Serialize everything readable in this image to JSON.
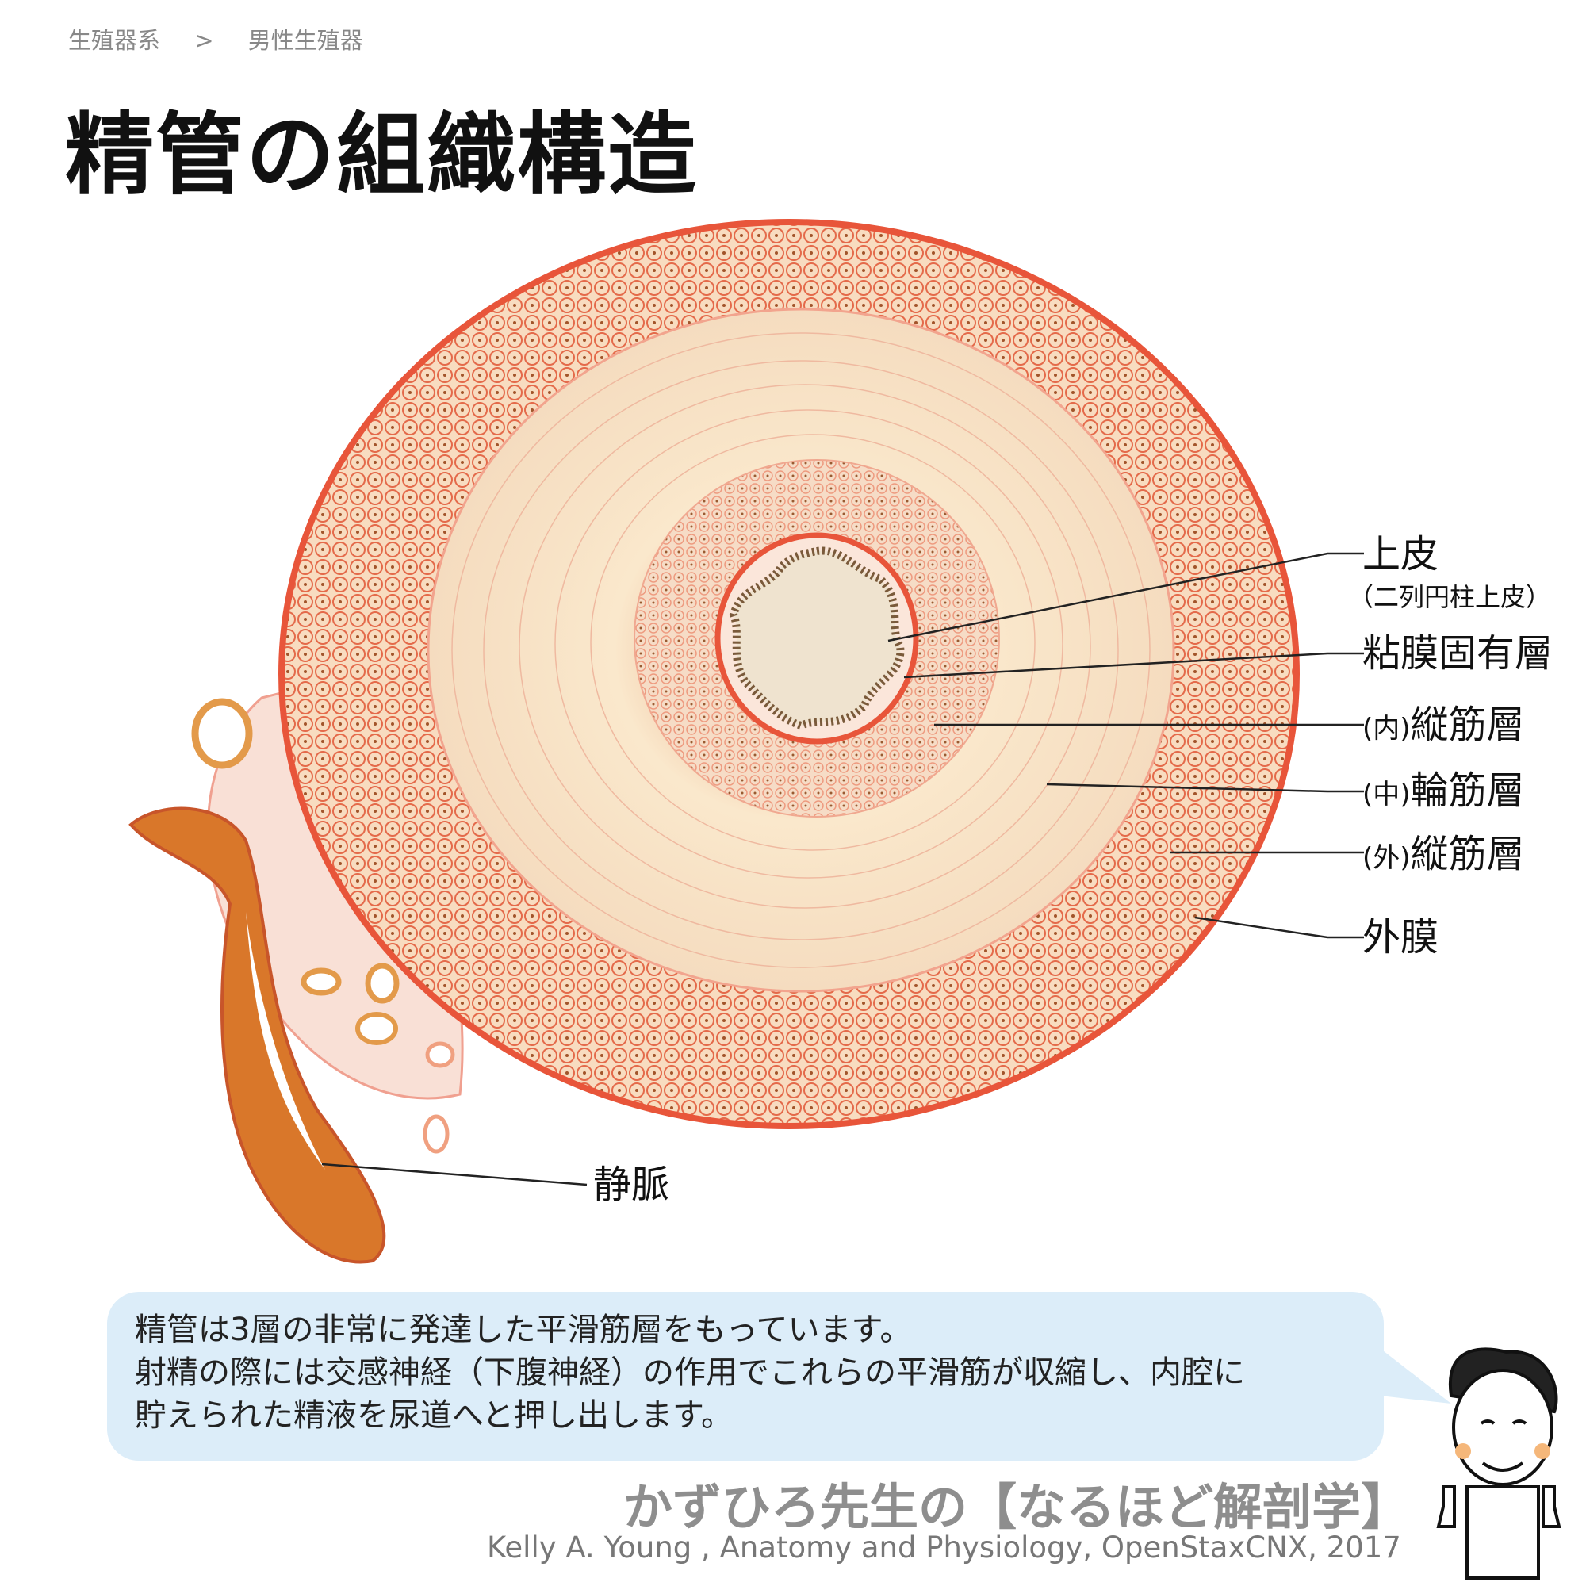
{
  "breadcrumb": [
    "生殖器系",
    ">",
    "男性生殖器"
  ],
  "title": "精管の組織構造",
  "labels": {
    "epithelium": "上皮",
    "epithelium_sub": "（二列円柱上皮）",
    "lamina_propria": "粘膜固有層",
    "inner_prefix": "(内)",
    "inner": "縦筋層",
    "middle_prefix": "(中)",
    "middle": "輪筋層",
    "outer_prefix": "(外)",
    "outer": "縦筋層",
    "adventitia": "外膜",
    "vein": "静脈"
  },
  "callout": {
    "lines": [
      "精管は3層の非常に発達した平滑筋層をもっています。",
      "射精の際には交感神経（下腹神経）の作用でこれらの平滑筋が収縮し、内腔に",
      "貯えられた精液を尿道へと押し出します。"
    ]
  },
  "footer": {
    "brand": "かずひろ先生の【なるほど解剖学】",
    "citation": "Kelly A. Young , Anatomy and Physiology, OpenStaxCNX, 2017"
  },
  "colors": {
    "tissue_red": "#e8553a",
    "tissue_cream": "#f7e2c2",
    "vein": "#d9772a",
    "bubble": "#dcedf9"
  }
}
